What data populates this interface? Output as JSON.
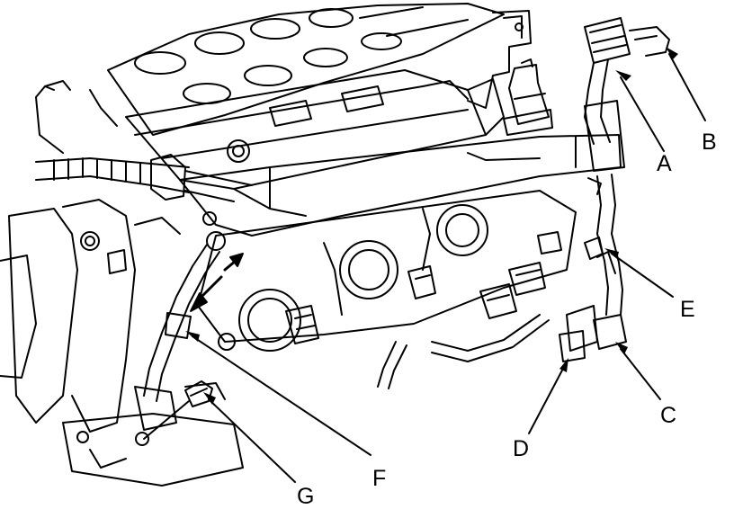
{
  "colors": {
    "ink": "#000000",
    "paper": "#ffffff"
  },
  "callouts": {
    "a": "A",
    "b": "B",
    "c": "C",
    "d": "D",
    "e": "E",
    "f": "F",
    "g": "G"
  }
}
